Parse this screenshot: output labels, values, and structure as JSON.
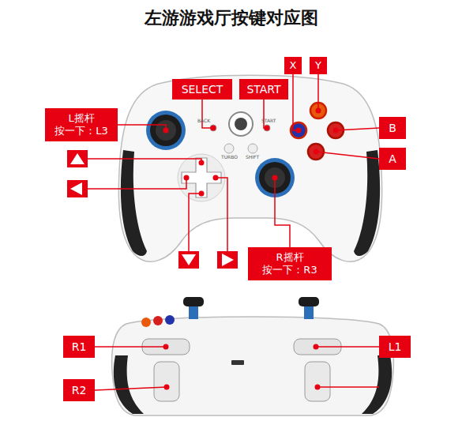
{
  "diagram": {
    "title": "左游游戏厅按键对应图",
    "nodes": [
      {
        "text": [
          "X"
        ]
      },
      {
        "text": [
          "Y"
        ]
      },
      {
        "text": [
          "SELECT"
        ]
      },
      {
        "text": [
          "START"
        ]
      },
      {
        "text": [
          "L摇杆",
          "按一下：L3"
        ]
      },
      {
        "text": [
          "B"
        ]
      },
      {
        "text": [
          "A"
        ]
      },
      {
        "text": [
          "R摇杆",
          "按一下：R3"
        ]
      },
      {
        "text": [
          "R1"
        ]
      },
      {
        "text": [
          "L1"
        ]
      },
      {
        "text": [
          "R2"
        ]
      }
    ],
    "labels": [
      "BACK",
      "START",
      "TURBO",
      "SHIFT"
    ]
  }
}
